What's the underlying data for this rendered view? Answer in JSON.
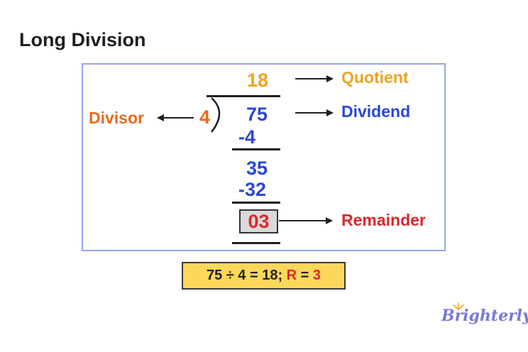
{
  "title": "Long Division",
  "quotient": "18",
  "divisor": "4",
  "dividend": "75",
  "step1_subtract": "-4",
  "step2_value": "35",
  "step2_subtract": "-32",
  "remainder": "03",
  "labels": {
    "quotient": "Quotient",
    "dividend": "Dividend",
    "divisor": "Divisor",
    "remainder": "Remainder"
  },
  "formula": {
    "prefix": "75 ÷ 4 = 18; ",
    "r_label": "R",
    "equals": " = ",
    "r_value": "3"
  },
  "logo_text": "Brighterly",
  "colors": {
    "quotient": "#f0a31f",
    "divisor": "#e86a1c",
    "dividend": "#2a48d6",
    "remainder": "#e0262d",
    "formula_bg": "#fcd85a",
    "frame": "#9aa3f2"
  }
}
